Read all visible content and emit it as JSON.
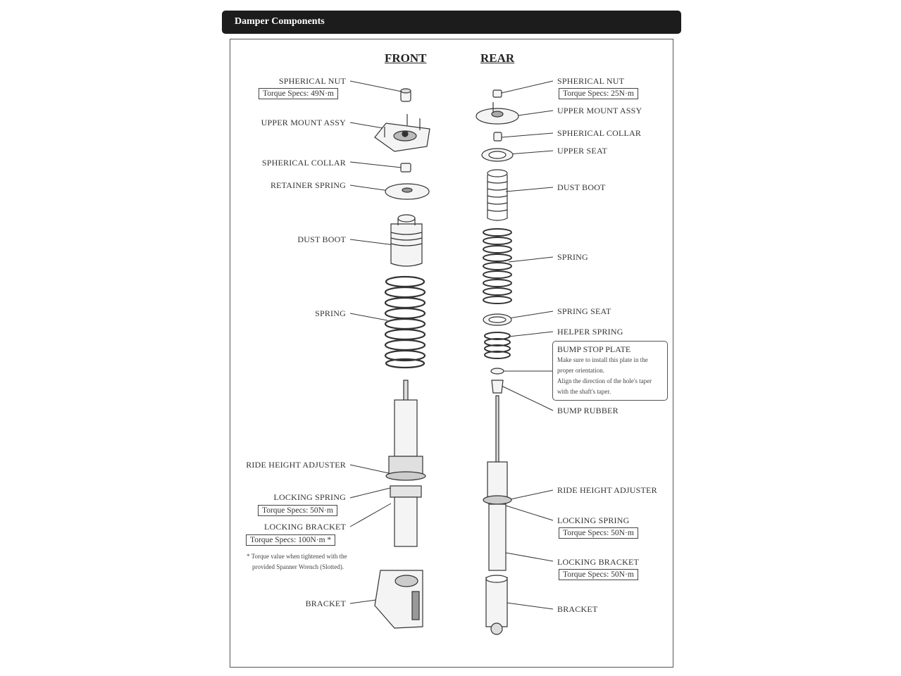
{
  "header": {
    "title": "Damper Components"
  },
  "columns": {
    "front": "FRONT",
    "rear": "REAR"
  },
  "front": {
    "spherical_nut": "SPHERICAL NUT",
    "spherical_nut_torque": "Torque Specs: 49N·m",
    "upper_mount_assy": "UPPER MOUNT ASSY",
    "spherical_collar": "SPHERICAL COLLAR",
    "retainer_spring": "RETAINER SPRING",
    "dust_boot": "DUST BOOT",
    "spring": "SPRING",
    "ride_height_adjuster": "RIDE HEIGHT ADJUSTER",
    "locking_spring": "LOCKING SPRING",
    "locking_spring_torque": "Torque Specs: 50N·m",
    "locking_bracket": "LOCKING BRACKET",
    "locking_bracket_torque": "Torque Specs: 100N·m *",
    "note_line1": "* Torque value when tightened with the",
    "note_line2": "provided Spanner Wrench (Slotted).",
    "bracket": "BRACKET"
  },
  "rear": {
    "spherical_nut": "SPHERICAL NUT",
    "spherical_nut_torque": "Torque Specs: 25N·m",
    "upper_mount_assy": "UPPER MOUNT ASSY",
    "spherical_collar": "SPHERICAL COLLAR",
    "upper_seat": "UPPER SEAT",
    "dust_boot": "DUST BOOT",
    "spring": "SPRING",
    "spring_seat": "SPRING SEAT",
    "helper_spring": "HELPER SPRING",
    "bump_stop_plate": "BUMP STOP PLATE",
    "bump_stop_note1": "Make sure to install this plate in the",
    "bump_stop_note2": "proper orientation.",
    "bump_stop_note3": "Align the direction of the hole's taper",
    "bump_stop_note4": "with the shaft's taper.",
    "bump_rubber": "BUMP RUBBER",
    "ride_height_adjuster": "RIDE HEIGHT ADJUSTER",
    "locking_spring": "LOCKING SPRING",
    "locking_spring_torque": "Torque Specs: 50N·m",
    "locking_bracket": "LOCKING BRACKET",
    "locking_bracket_torque": "Torque Specs: 50N·m",
    "bracket": "BRACKET"
  }
}
